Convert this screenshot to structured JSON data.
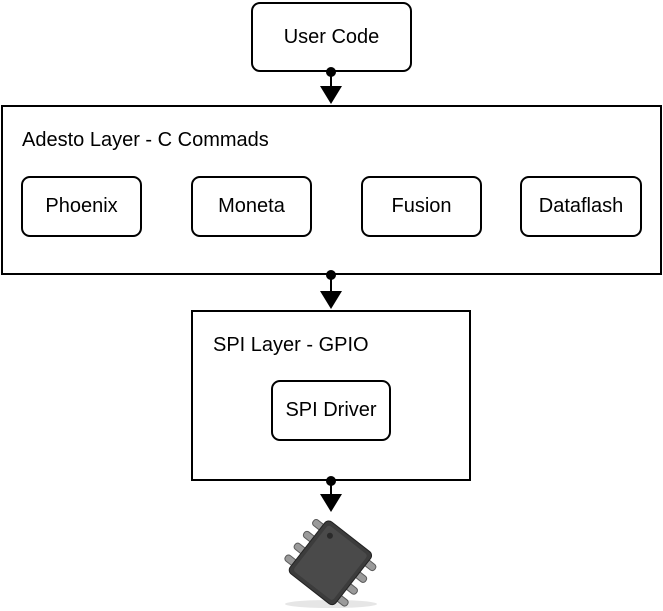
{
  "diagram": {
    "user_code": "User Code",
    "adesto_layer": {
      "title": "Adesto Layer - C Commads",
      "modules": [
        "Phoenix",
        "Moneta",
        "Fusion",
        "Dataflash"
      ]
    },
    "spi_layer": {
      "title": "SPI Layer - GPIO",
      "driver": "SPI Driver"
    },
    "chip": "memory-chip-icon"
  },
  "colors": {
    "stroke": "#000000",
    "background": "#ffffff",
    "chip_body": "#3c3c3c",
    "chip_pin": "#9a9a9a"
  }
}
